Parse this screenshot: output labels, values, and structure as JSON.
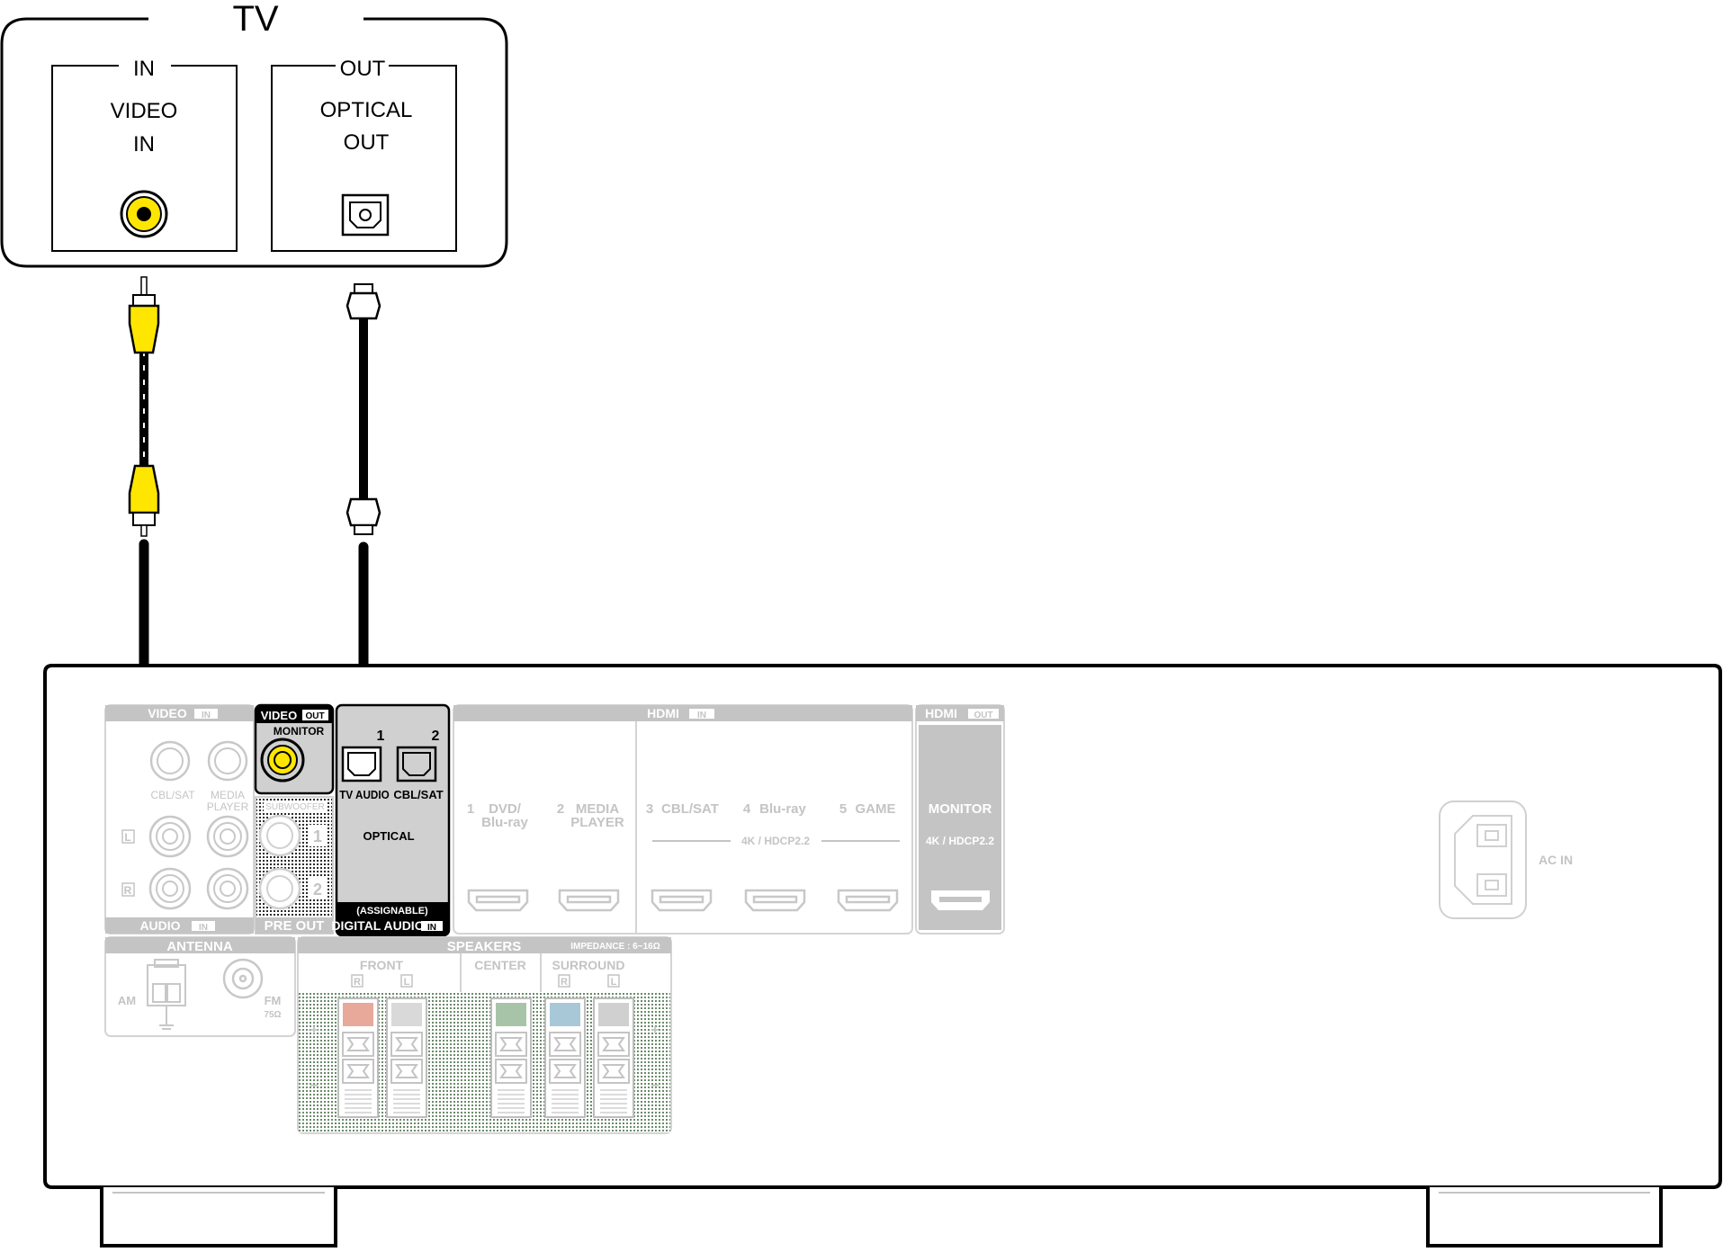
{
  "tv": {
    "title": "TV",
    "in_section": "IN",
    "out_section": "OUT",
    "video_in_line1": "VIDEO",
    "video_in_line2": "IN",
    "optical_out_line1": "OPTICAL",
    "optical_out_line2": "OUT"
  },
  "receiver": {
    "video_in": {
      "title": "VIDEO",
      "badge": "IN",
      "cbl_sat": "CBL/SAT",
      "media_line1": "MEDIA",
      "media_line2": "PLAYER"
    },
    "audio_in": {
      "title": "AUDIO",
      "badge": "IN",
      "left": "L",
      "right": "R"
    },
    "video_out": {
      "title": "VIDEO",
      "badge": "OUT",
      "monitor": "MONITOR"
    },
    "pre_out": {
      "title": "PRE OUT",
      "subwoofer": "SUBWOOFER",
      "one": "1",
      "two": "2"
    },
    "digital_audio": {
      "num1": "1",
      "num2": "2",
      "tv_audio": "TV AUDIO",
      "cbl_sat": "CBL/SAT",
      "optical": "OPTICAL",
      "assignable": "(ASSIGNABLE)",
      "title": "DIGITAL AUDIO",
      "badge": "IN"
    },
    "hdmi_in": {
      "title": "HDMI",
      "badge": "IN",
      "inputs": [
        {
          "num": "1",
          "line1": "DVD/",
          "line2": "Blu-ray"
        },
        {
          "num": "2",
          "line1": "MEDIA",
          "line2": "PLAYER"
        },
        {
          "num": "3",
          "line1": "CBL/SAT",
          "line2": ""
        },
        {
          "num": "4",
          "line1": "Blu-ray",
          "line2": ""
        },
        {
          "num": "5",
          "line1": "GAME",
          "line2": ""
        }
      ],
      "hdcp": "4K / HDCP2.2"
    },
    "hdmi_out": {
      "title": "HDMI",
      "badge": "OUT",
      "monitor": "MONITOR",
      "hdcp": "4K / HDCP2.2"
    },
    "antenna": {
      "title": "ANTENNA",
      "am": "AM",
      "fm": "FM",
      "ohm": "75Ω"
    },
    "speakers": {
      "title": "SPEAKERS",
      "impedance": "IMPEDANCE : 6~16Ω",
      "front": "FRONT",
      "center": "CENTER",
      "surround": "SURROUND",
      "r": "R",
      "l": "L",
      "plus": "+",
      "minus": "−"
    },
    "ac_in": "AC IN"
  },
  "colors": {
    "cable_black": "#000000",
    "rca_yellow": "#ffe600",
    "muted_gray": "#c4c4c4",
    "front_r": "#e8a89a",
    "front_l": "#d9d9d9",
    "center": "#a8c4a8",
    "surround_r": "#a8c8d8",
    "surround_l": "#d0d0d0"
  }
}
